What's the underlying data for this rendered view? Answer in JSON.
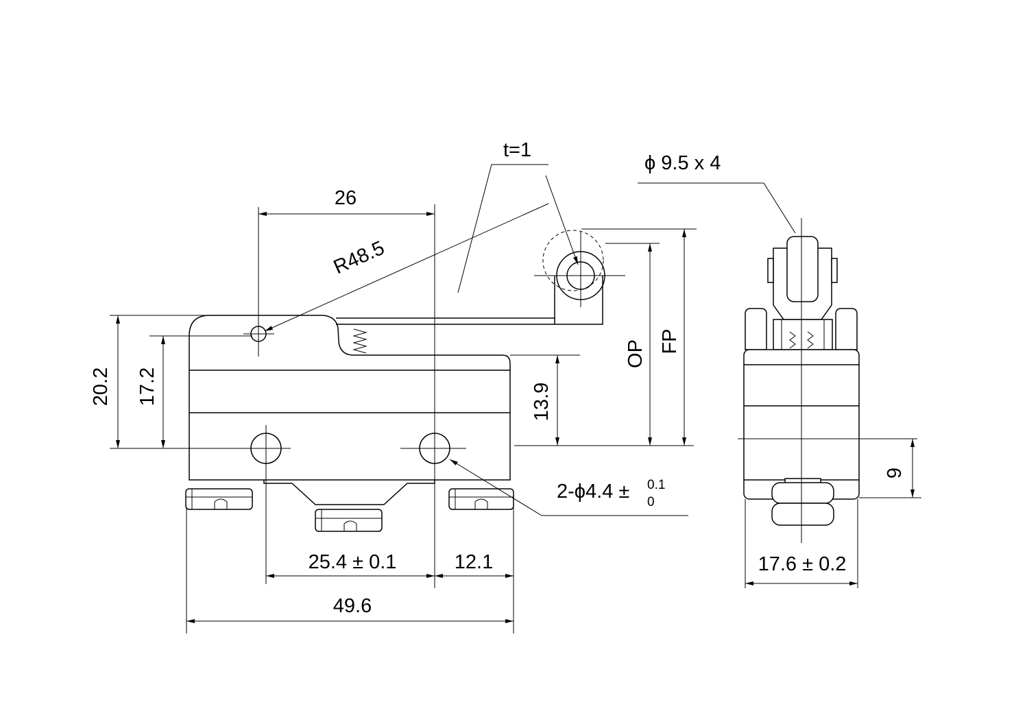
{
  "colors": {
    "line": "#000000",
    "background": "#ffffff"
  },
  "labels": {
    "thickness": "t=1",
    "roller": "ϕ 9.5 x 4",
    "radius": "R48.5",
    "width_26": "26",
    "height_20_2": "20.2",
    "height_17_2": "17.2",
    "height_13_9": "13.9",
    "op": "OP",
    "fp": "FP",
    "holes_main": "2-ϕ4.4 ±",
    "holes_tol_upper": "0.1",
    "holes_tol_lower": "0",
    "pitch_25_4": "25.4 ± 0.1",
    "offset_12_1": "12.1",
    "length_49_6": "49.6",
    "side_9": "9",
    "side_width": "17.6 ± 0.2"
  }
}
